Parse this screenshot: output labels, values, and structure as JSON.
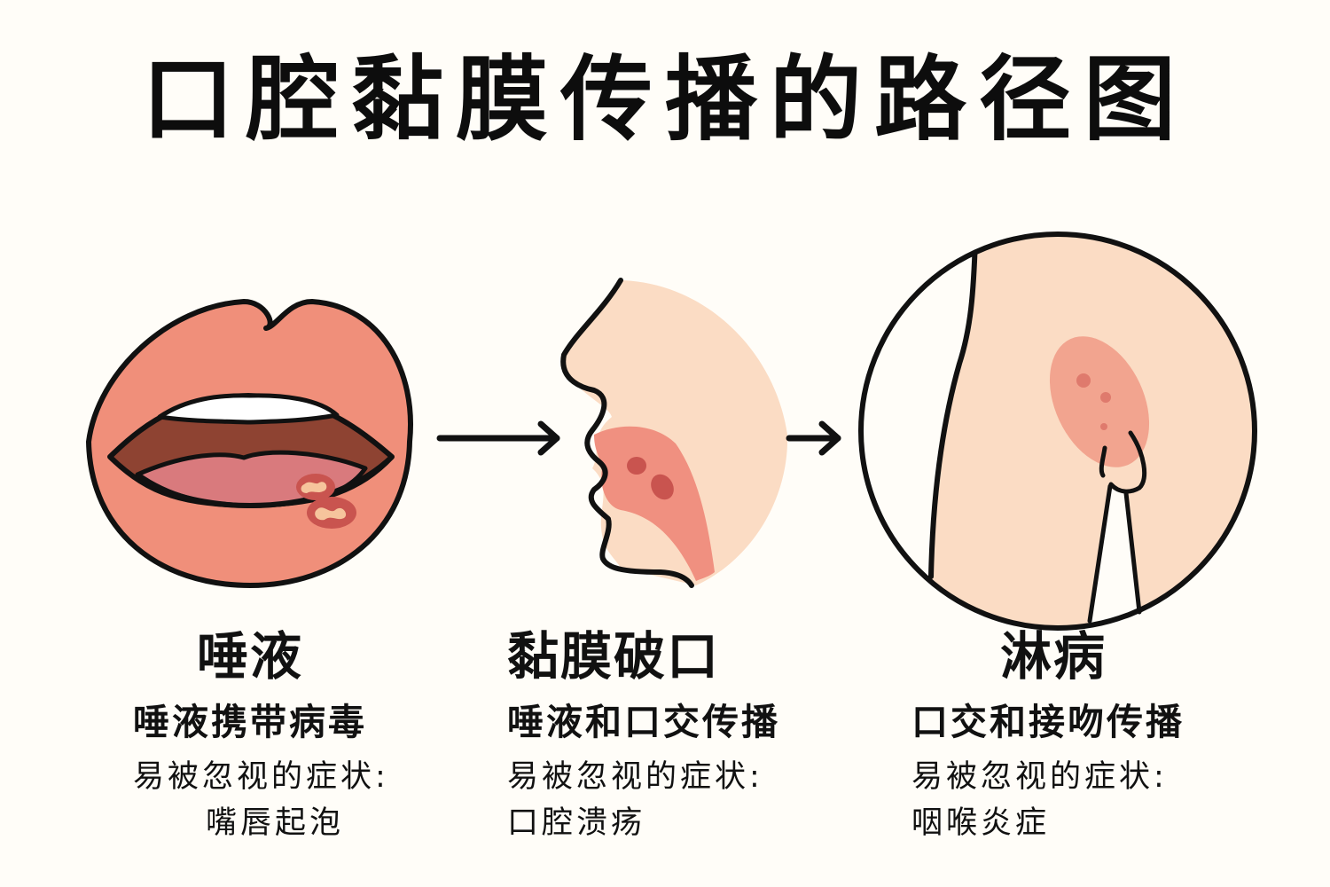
{
  "title": "口腔黏膜传播的路径图",
  "colors": {
    "background": "#fffdf8",
    "lip": "#f08f7a",
    "mouth_dark": "#8e4332",
    "tongue": "#d97a7d",
    "teeth": "#ffffff",
    "skin": "#fbdcc4",
    "mucosa": "#f09080",
    "lesion": "#c9544f",
    "outline": "#111111"
  },
  "steps": [
    {
      "illustration": "lips-with-cold-sores",
      "heading": "唾液",
      "subtitle": "唾液携带病毒",
      "symptom_label": "易被忽视的症状:",
      "symptom": "嘴唇起泡"
    },
    {
      "illustration": "face-profile-oral-ulcers",
      "heading": "黏膜破口",
      "subtitle": "唾液和口交传播",
      "symptom_label": "易被忽视的症状:",
      "symptom": "口腔溃疡"
    },
    {
      "illustration": "groin-lesion-circle",
      "heading": "淋病",
      "subtitle": "口交和接吻传播",
      "symptom_label": "易被忽视的症状:",
      "symptom": "咽喉炎症"
    }
  ],
  "arrows": [
    {
      "from": 0,
      "to": 1,
      "icon": "arrow-right-icon"
    },
    {
      "from": 1,
      "to": 2,
      "icon": "arrow-right-icon"
    }
  ]
}
